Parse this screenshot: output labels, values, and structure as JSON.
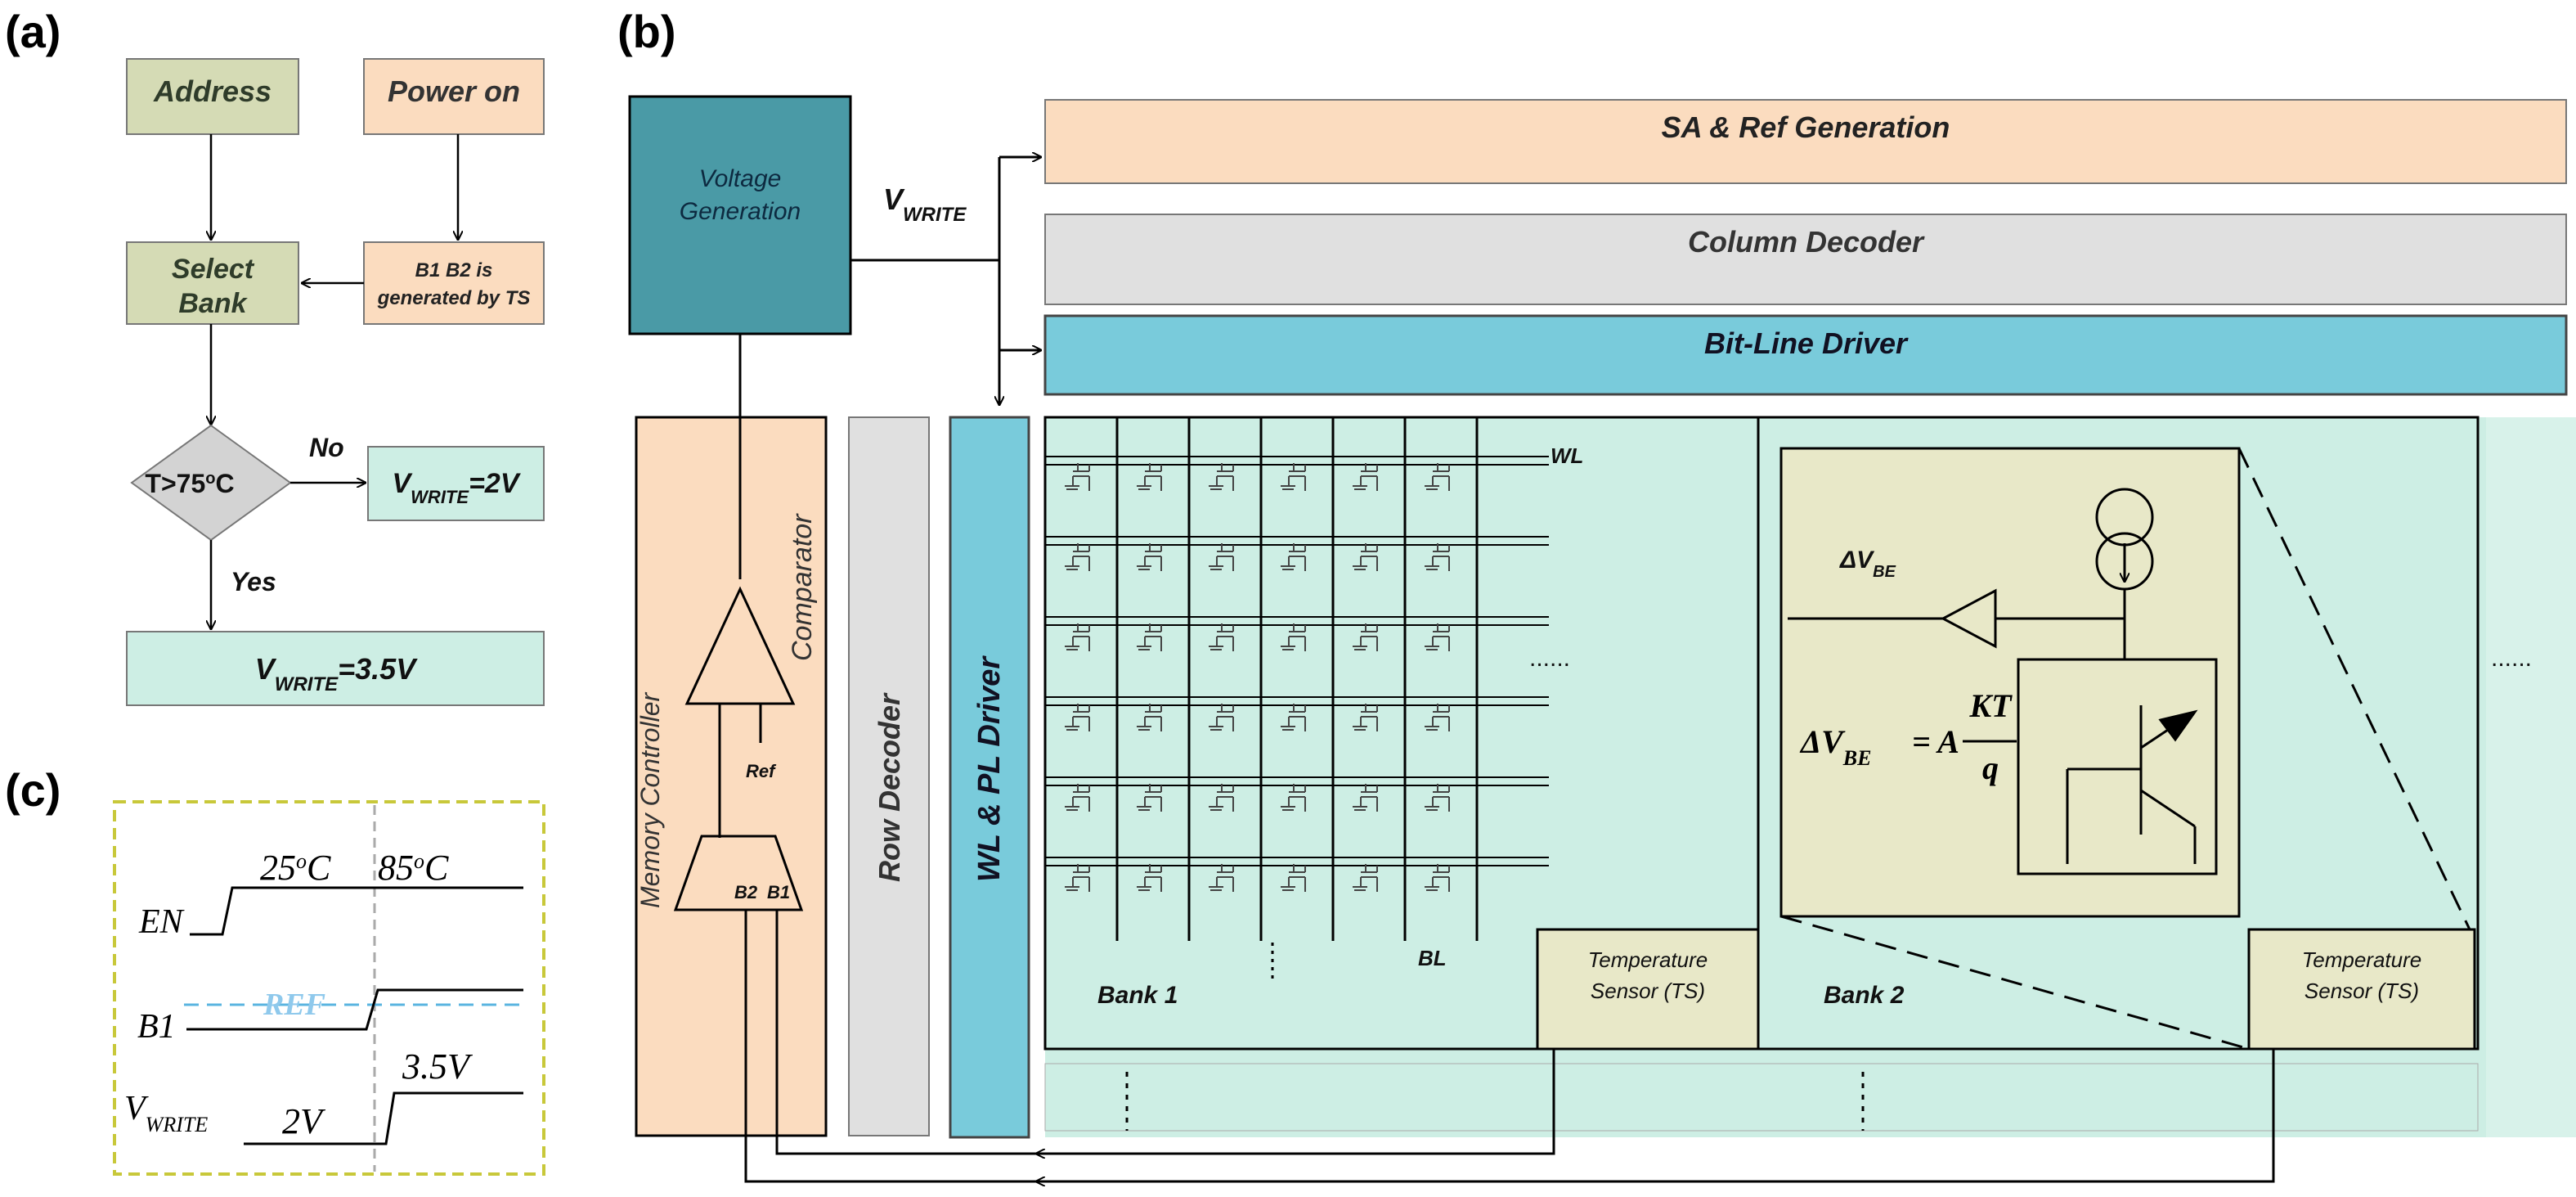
{
  "panel_a": {
    "tag": "(a)",
    "address": "Address",
    "power_on": "Power on",
    "select_bank_1": "Select",
    "select_bank_2": "Bank",
    "b1b2_1": "B1 B2 is",
    "b1b2_2": "generated by TS",
    "condition": "T>75",
    "condition_sup": "o",
    "condition_unit": "C",
    "no": "No",
    "yes": "Yes",
    "vwrite_main": "V",
    "vwrite_sub": "WRITE",
    "vwrite_low_val": "=2V",
    "vwrite_high_val": "=3.5V"
  },
  "panel_b": {
    "tag": "(b)",
    "voltage_gen_1": "Voltage",
    "voltage_gen_2": "Generation",
    "vwrite_main": "V",
    "vwrite_sub": "WRITE",
    "sa_ref": "SA & Ref Generation",
    "column_decoder": "Column Decoder",
    "bitline_driver": "Bit-Line Driver",
    "memory_controller": "Memory Controller",
    "comparator": "Comparator",
    "ref": "Ref",
    "b2": "B2",
    "b1": "B1",
    "row_decoder": "Row Decoder",
    "wl_pl_driver": "WL & PL Driver",
    "wl": "WL",
    "bl": "BL",
    "bank1": "Bank 1",
    "bank2": "Bank 2",
    "ts1_line1": "Temperature",
    "ts1_line2": "Sensor (TS)",
    "ts2_line1": "Temperature",
    "ts2_line2": "Sensor (TS)",
    "dvbe_label": "ΔV",
    "dvbe_sub": "BE",
    "eq_lhs": "ΔV",
    "eq_lhs_sub": "BE",
    "eq_mid": "= A",
    "eq_num": "KT",
    "eq_den": "q",
    "hdots": "......",
    "colors": {
      "voltage_gen": "#4a9aa6",
      "sa_ref": "#fbdcbf",
      "column_decoder": "#e0e0e0",
      "bitline_driver": "#79cbdb",
      "memory_controller": "#fbdcbf",
      "row_decoder": "#e0e0e0",
      "wl_pl_driver": "#79cbdb",
      "bank": "#cdeee4",
      "ts": "#e8e8c8"
    }
  },
  "panel_c": {
    "tag": "(c)",
    "en": "EN",
    "b1": "B1",
    "ref": "REF",
    "vwrite_main": "V",
    "vwrite_sub": "WRITE",
    "temp_low": "25",
    "temp_high": "85",
    "deg": "o",
    "c": "C",
    "v_low": "2V",
    "v_high": "3.5V"
  }
}
